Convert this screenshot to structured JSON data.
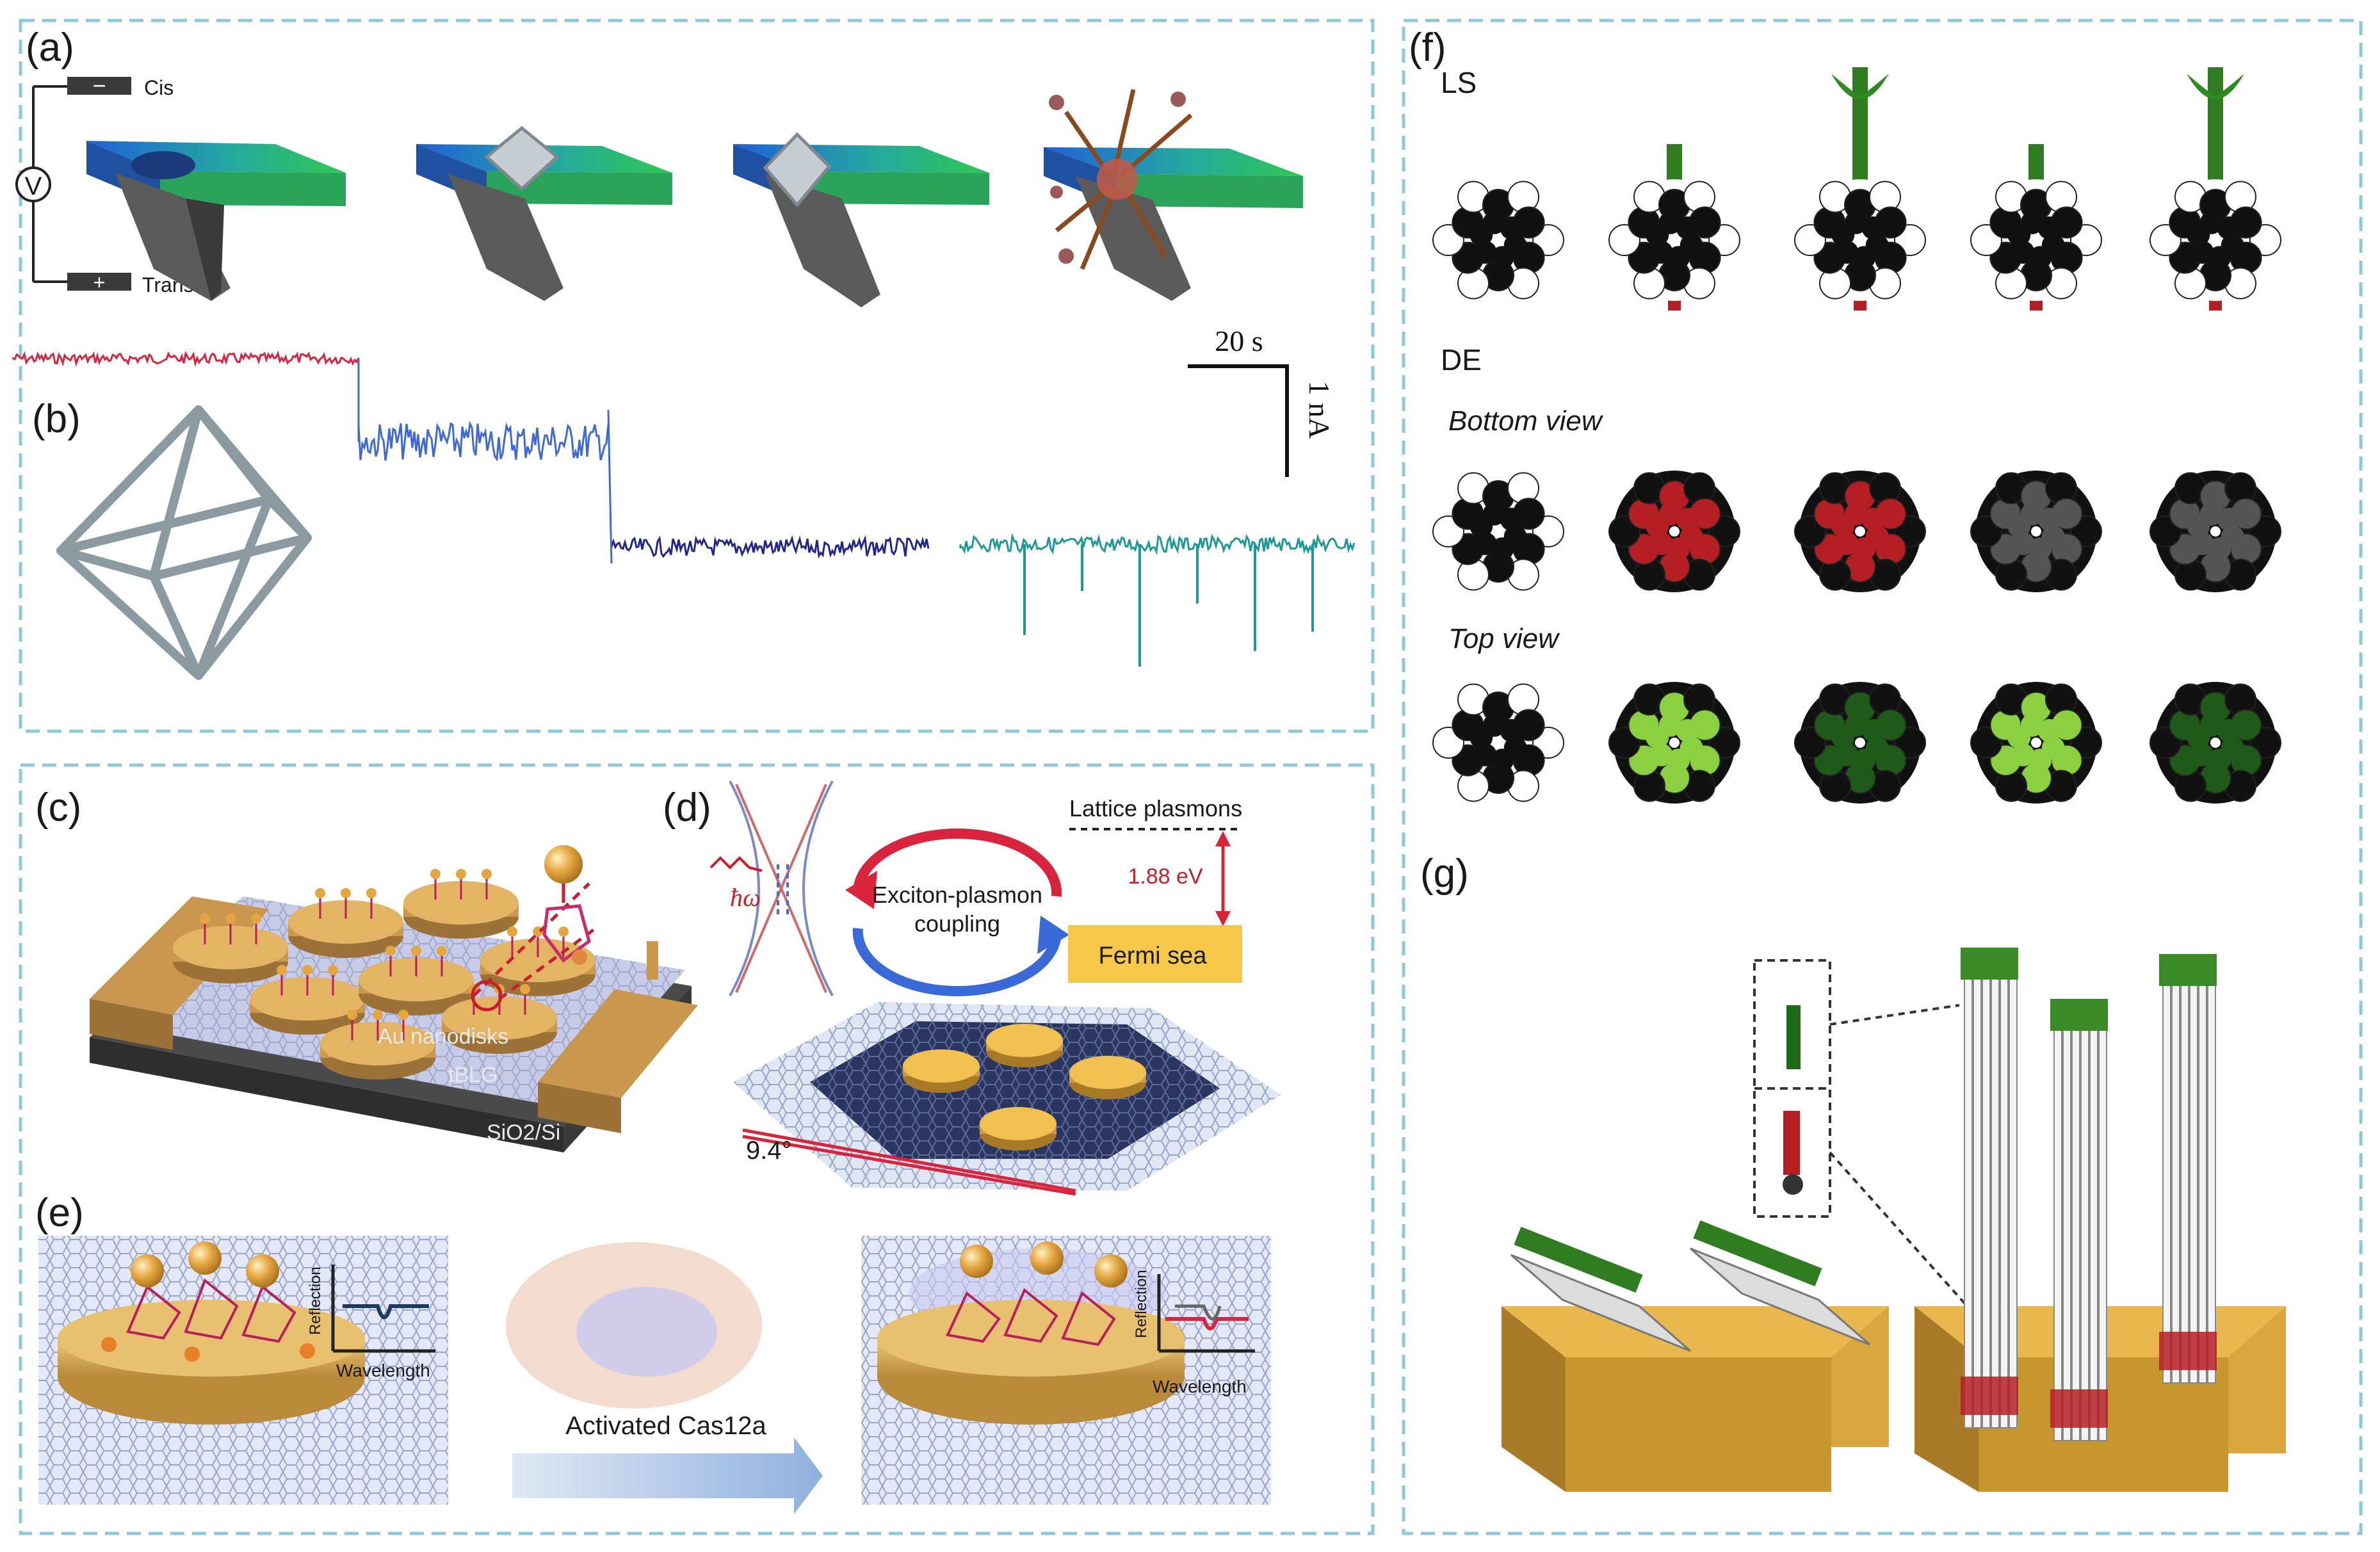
{
  "panels": {
    "a": {
      "label": "(a)",
      "cis": "Cis",
      "trans": "Trans",
      "voltage": "V",
      "minus": "−",
      "plus": "+"
    },
    "b": {
      "label": "(b)",
      "scale_time": "20 s",
      "scale_current": "1 nA"
    },
    "c": {
      "label": "(c)",
      "au_nanodisks": "Au nanodisks",
      "tblg": "tBLG",
      "substrate": "SiO2/Si"
    },
    "d": {
      "label": "(d)",
      "lattice_plasmons": "Lattice plasmons",
      "energy": "1.88 eV",
      "coupling_line1": "Exciton-plasmon",
      "coupling_line2": "coupling",
      "fermi_sea": "Fermi sea",
      "photon": "ħω",
      "angle": "9.4°"
    },
    "e": {
      "label": "(e)",
      "reflection": "Reflection",
      "wavelength": "Wavelength",
      "cas12a": "Activated Cas12a"
    },
    "f": {
      "label": "(f)",
      "ls": "LS",
      "de": "DE",
      "bottom_view": "Bottom view",
      "top_view": "Top view"
    },
    "g": {
      "label": "(g)"
    }
  },
  "colors": {
    "frame": "#8ec8dc",
    "trace_red": "#d8243c",
    "trace_blue": "#3f68d8",
    "trace_navy": "#23268a",
    "trace_teal": "#1d9a96",
    "gold": "#d9a640",
    "green": "#2f7d20",
    "dna_red": "#b51f24"
  }
}
